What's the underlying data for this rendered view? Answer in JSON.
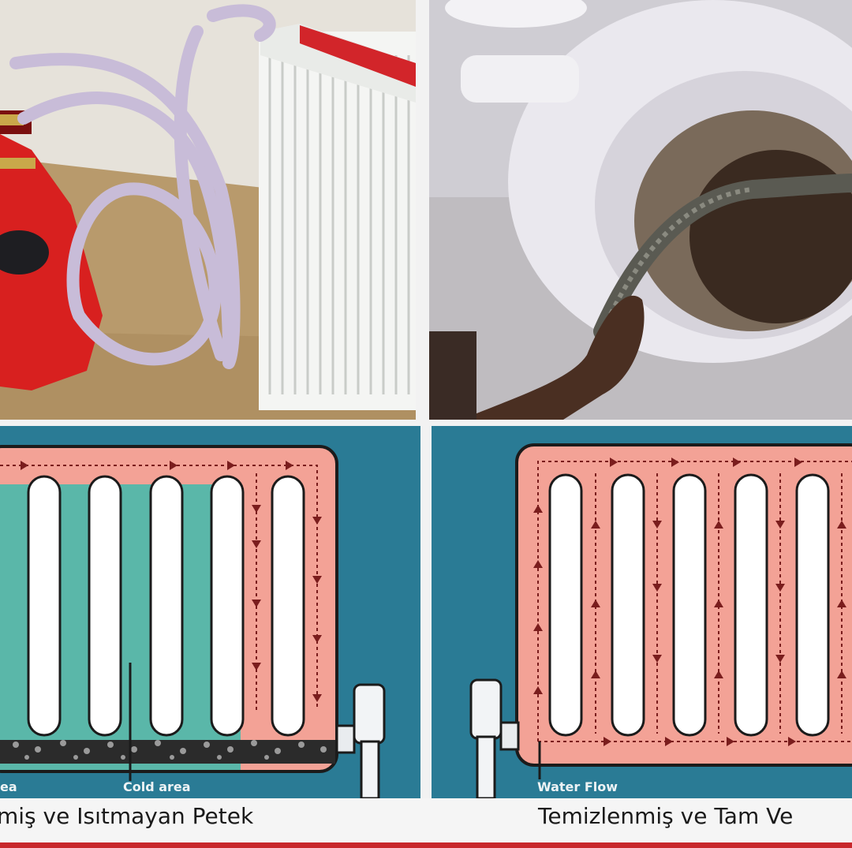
{
  "diagram_left": {
    "label_partial_left": "ea",
    "label_cold": "Cold area",
    "caption": "miş ve Isıtmayan Petek"
  },
  "diagram_right": {
    "label_flow": "Water Flow",
    "caption": "Temizlenmiş ve Tam Ve"
  },
  "colors": {
    "frame_blue": "#2a7b95",
    "radiator_pink": "#f3a296",
    "cold_teal": "#5ab7a9",
    "flow_arrow": "#7a1d1d"
  }
}
